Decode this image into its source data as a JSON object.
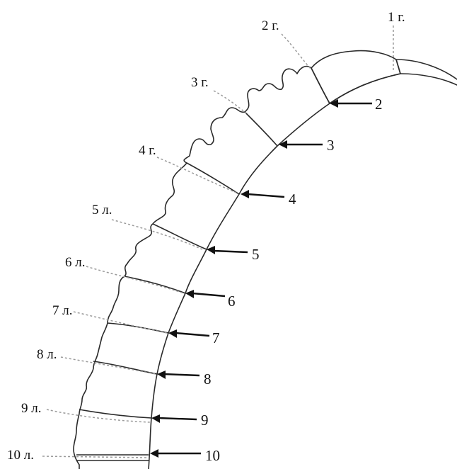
{
  "left_labels": [
    "1 г.",
    "2 г.",
    "3 г.",
    "4 г.",
    "5 л.",
    "6 л.",
    "7 л.",
    "8 л.",
    "9 л.",
    "10 л."
  ],
  "right_numbers": [
    "2",
    "3",
    "4",
    "5",
    "6",
    "7",
    "8",
    "9",
    "10"
  ]
}
